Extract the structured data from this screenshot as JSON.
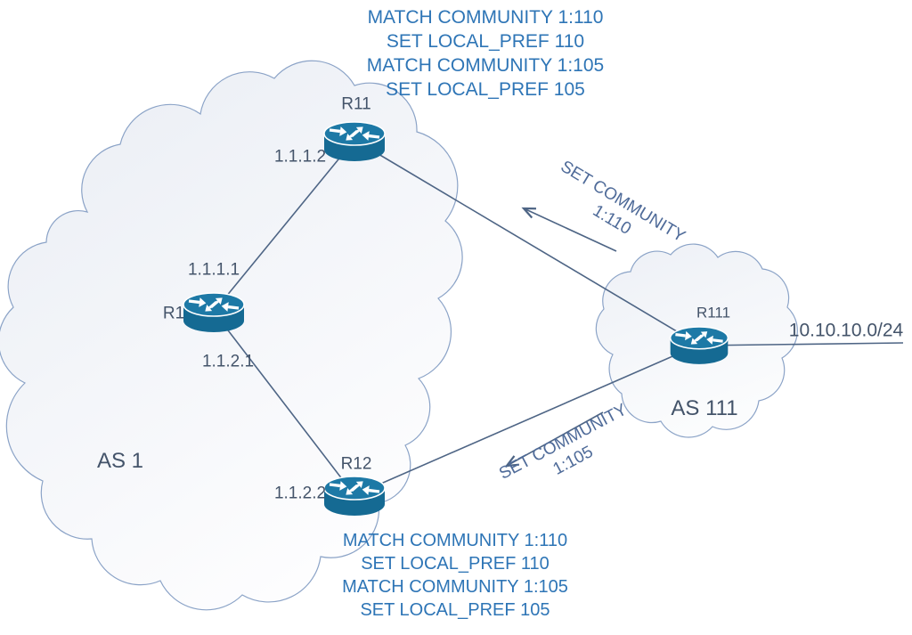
{
  "policy_top": {
    "line1": "MATCH COMMUNITY 1:110",
    "line2": "SET LOCAL_PREF 110",
    "line3": "MATCH COMMUNITY 1:105",
    "line4": "SET LOCAL_PREF 105"
  },
  "policy_bottom": {
    "line1": "MATCH COMMUNITY 1:110",
    "line2": "SET LOCAL_PREF 110",
    "line3": "MATCH COMMUNITY 1:105",
    "line4": "SET LOCAL_PREF 105"
  },
  "annotations": {
    "community_110": {
      "label": "SET COMMUNITY",
      "value": "1:110"
    },
    "community_105": {
      "label": "SET COMMUNITY",
      "value": "1:105"
    }
  },
  "as_labels": {
    "as1": "AS 1",
    "as111": "AS 111"
  },
  "routers": {
    "r1": "R1",
    "r11": "R11",
    "r12": "R12",
    "r111": "R111"
  },
  "interfaces": {
    "r11_lan": "1.1.1.2",
    "r1_to_r11": "1.1.1.1",
    "r1_to_r12": "1.1.2.1",
    "r12_lan": "1.1.2.2"
  },
  "network": {
    "prefix": "10.10.10.0/24"
  },
  "colors": {
    "policy_text": "#2e75b6",
    "label_text": "#44546a",
    "annotation_text": "#4f6b99",
    "link_line": "#4e6585",
    "router_body": "#156a93",
    "router_top": "#1d79a6",
    "cloud_stroke": "#8ba3c7",
    "cloud_fill_dark": "#e9edf4",
    "cloud_fill_light": "#fcfdfe"
  }
}
